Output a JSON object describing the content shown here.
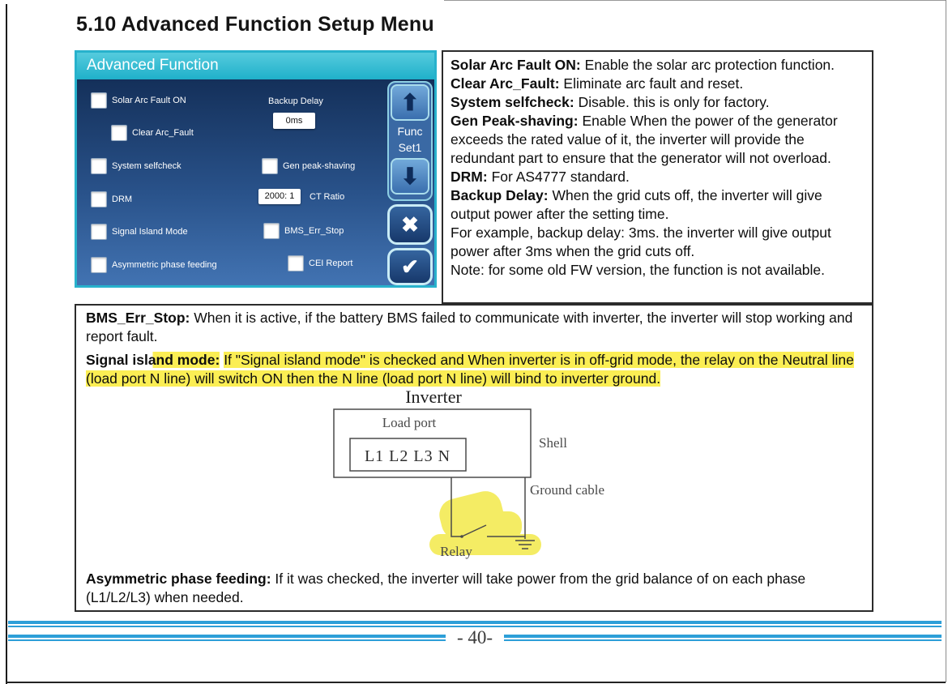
{
  "page": {
    "title": "5.10 Advanced Function Setup Menu",
    "page_number": "- 40-"
  },
  "panel": {
    "title": "Advanced Function",
    "checkboxes_left": [
      "Solar Arc Fault ON",
      "Clear Arc_Fault",
      "System selfcheck",
      "DRM",
      "Signal Island Mode",
      "Asymmetric phase feeding"
    ],
    "backup_delay_label": "Backup Delay",
    "backup_delay_value": "0ms",
    "gen_peak_shaving_label": "Gen peak-shaving",
    "ct_ratio_value": "2000: 1",
    "ct_ratio_label": "CT Ratio",
    "bms_err_stop_label": "BMS_Err_Stop",
    "cei_report_label": "CEI Report",
    "func_set_label": "Func Set1",
    "icons": {
      "up_arrow": "⬆",
      "down_arrow": "⬇",
      "close": "✖",
      "confirm": "✔"
    }
  },
  "descriptions": {
    "items": [
      {
        "term": "Solar Arc Fault ON:",
        "text": "Enable the solar arc protection function."
      },
      {
        "term": "Clear Arc_Fault:",
        "text": "Eliminate arc fault and reset."
      },
      {
        "term": "System selfcheck:",
        "text": "Disable. this is only for factory."
      },
      {
        "term": "Gen Peak-shaving:",
        "text": "Enable When the power of the generator exceeds the rated value of it, the inverter will provide the redundant part to ensure that the generator will not overload."
      },
      {
        "term": "DRM:",
        "text": "For AS4777 standard."
      },
      {
        "term": "Backup Delay:",
        "text": "When the grid cuts off, the inverter will give output power after the setting time."
      }
    ],
    "extra": [
      "For example, backup delay: 3ms. the inverter will give output power after 3ms when the grid cuts off.",
      "Note: for some old FW version, the function is not available."
    ]
  },
  "notes": {
    "bms": {
      "term": "BMS_Err_Stop:",
      "text": "When it is active, if the battery BMS failed to communicate with inverter, the inverter will stop working and report fault."
    },
    "signal": {
      "term": "Signal island mode:",
      "text": "If \"Signal island mode\" is checked and When inverter is in off-grid mode, the relay on the Neutral line (load port N line) will switch ON then the N line (load port N line) will bind to inverter ground."
    },
    "asymmetric": {
      "term": "Asymmetric phase feeding:",
      "text": "If it was checked, the inverter will take power from the grid balance of on each phase (L1/L2/L3) when needed."
    }
  },
  "diagram": {
    "title": "Inverter",
    "load_port_label": "Load port",
    "terminals_label": "L1 L2 L3 N",
    "shell_label": "Shell",
    "ground_cable_label": "Ground cable",
    "relay_label": "Relay"
  },
  "colors": {
    "panel_border": "#28b2cc",
    "header_teal": "#1fb0ca",
    "highlight_yellow": "#fbee54",
    "footer_blue": "#2d9fd8"
  }
}
